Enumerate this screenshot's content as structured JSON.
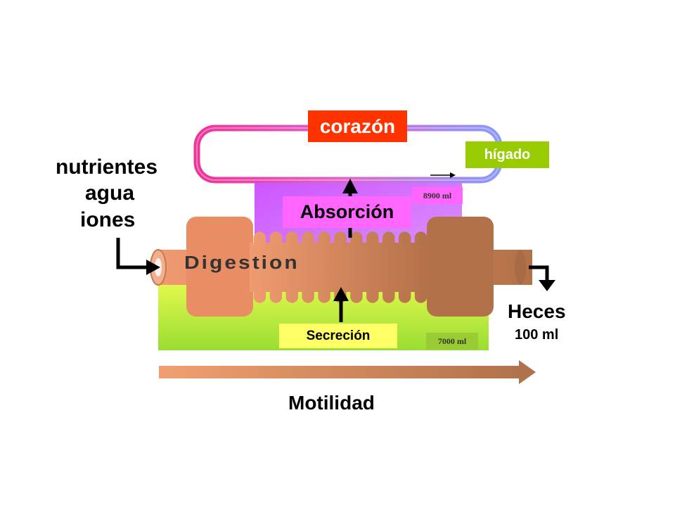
{
  "labels": {
    "corazon": "corazón",
    "higado": "hígado",
    "flow_top": "8900 ml",
    "absorcion": "Absorción",
    "nutrientes": "nutrientes",
    "agua": "agua",
    "iones": "iones",
    "digestion": "Digestion",
    "heces": "Heces",
    "heces_ml": "100 ml",
    "secrecion": "Secreción",
    "flow_bottom": "7000 ml",
    "motilidad": "Motilidad"
  },
  "colors": {
    "corazon_box": "#ff3300",
    "higado_box": "#99cc00",
    "absorcion_box": "#ff66ff",
    "secrecion_box": "#ffff66",
    "tube": "#c8784e",
    "purple_region": "#cc66ff",
    "yellow_region": "#ccee33",
    "loop_pink": "#ee3399",
    "loop_blue": "#8899ff",
    "arrow": "#000000"
  },
  "icons": [
    "input-arrow",
    "output-arrow",
    "up-arrow-absorption",
    "up-arrow-secretion",
    "motility-arrow",
    "flow-arrow"
  ]
}
